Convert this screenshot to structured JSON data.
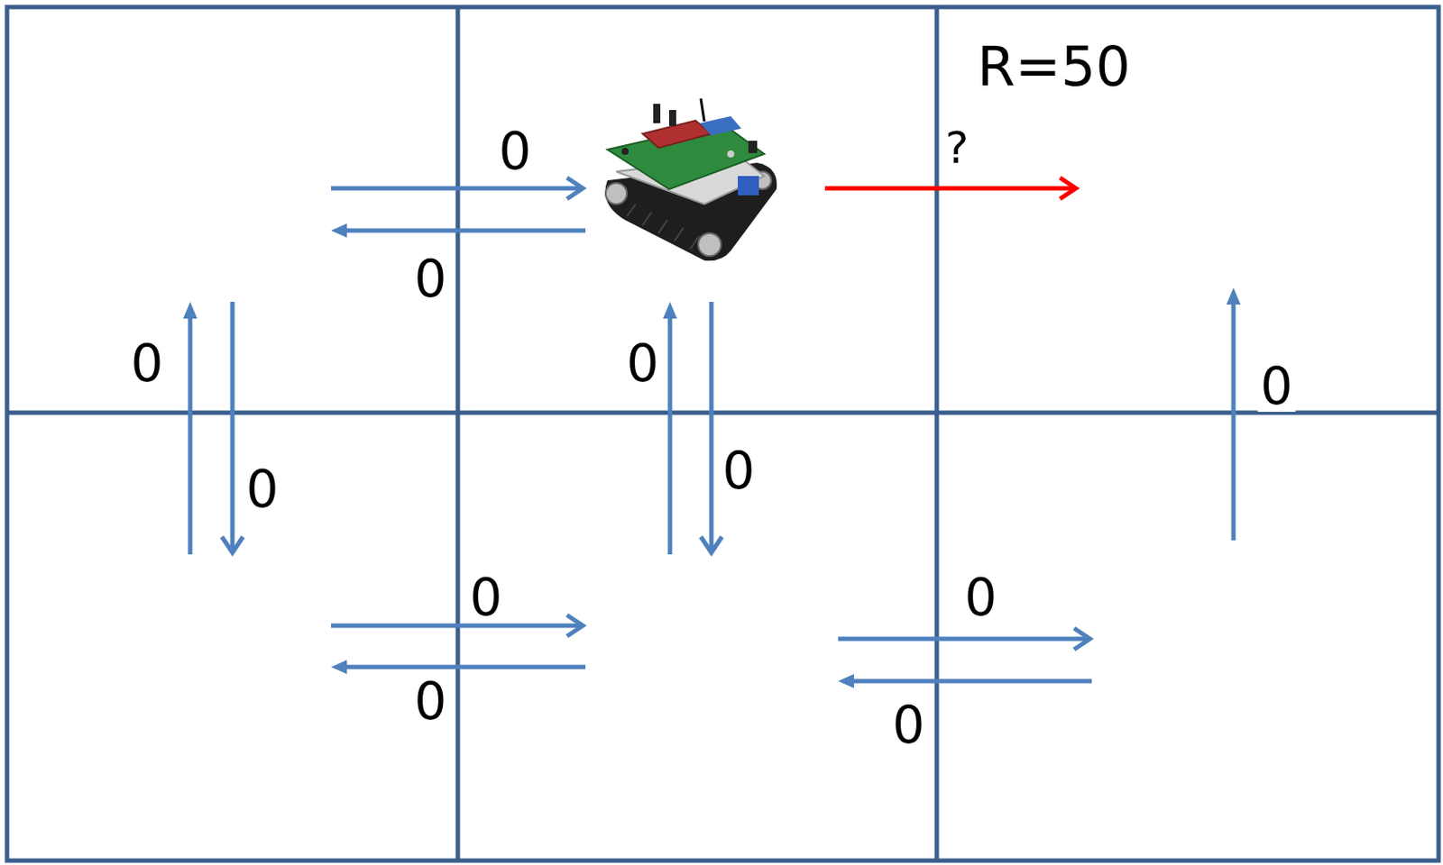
{
  "diagram": {
    "labels": [
      "R=50",
      "?",
      "0",
      "0",
      "0",
      "0",
      "0",
      "0",
      "0",
      "0",
      "0",
      "0",
      "0"
    ]
  }
}
